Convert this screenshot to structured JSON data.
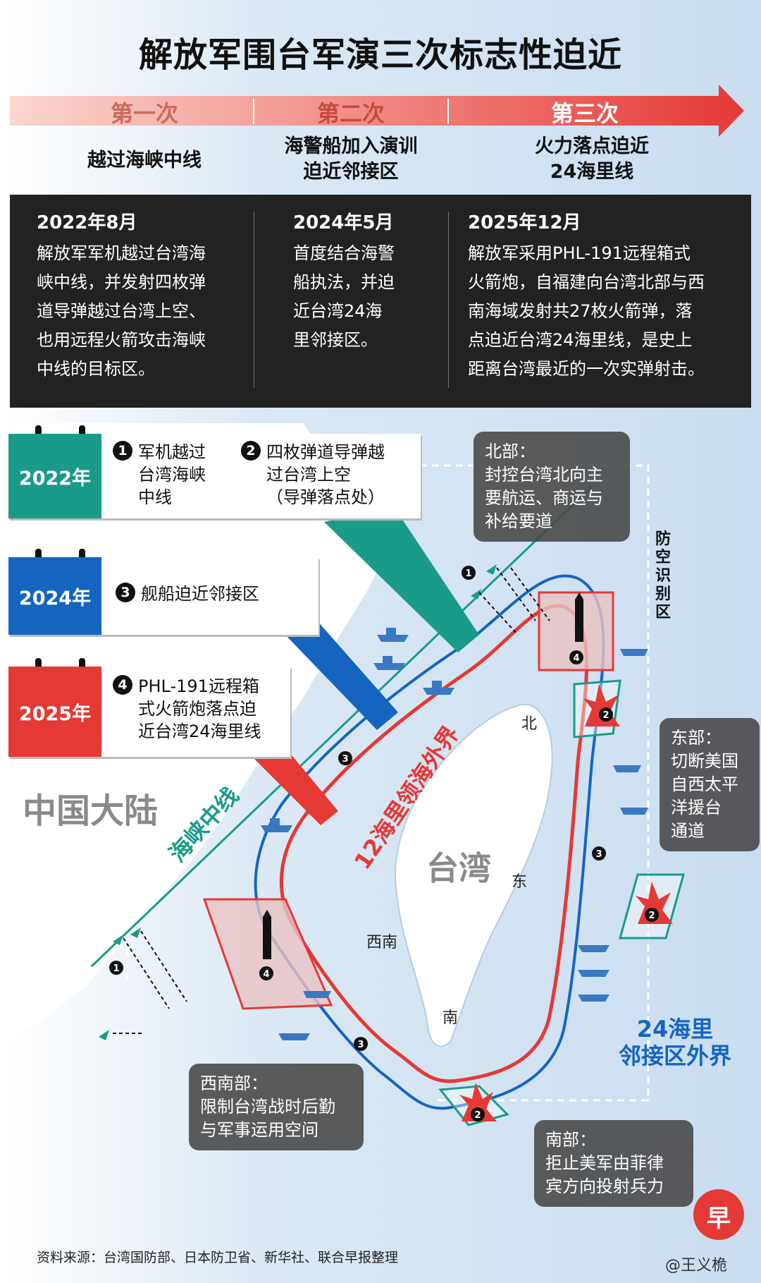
{
  "title": "解放军围台军演三次标志性迫近",
  "phases": [
    {
      "label": "第一次",
      "subtitle": [
        "越过海峡中线"
      ]
    },
    {
      "label": "第二次",
      "subtitle": [
        "海警船加入演训",
        "迫近邻接区"
      ]
    },
    {
      "label": "第三次",
      "subtitle": [
        "火力落点迫近",
        "24海里线"
      ]
    }
  ],
  "events": [
    {
      "date": "2022年8月",
      "lines": [
        "解放军军机越过台湾海",
        "峡中线，并发射四枚弹",
        "道导弹越过台湾上空、",
        "也用远程火箭攻击海峡",
        "中线的目标区。"
      ]
    },
    {
      "date": "2024年5月",
      "lines": [
        "首度结合海警",
        "船执法，并迫",
        "近台湾24海",
        "里邻接区。"
      ]
    },
    {
      "date": "2025年12月",
      "lines": [
        "解放军采用PHL-191远程箱式",
        "火箭炮，自福建向台湾北部与西",
        "南海域发射共27枚火箭弹，落",
        "点迫近台湾24海里线，是史上",
        "距离台湾最近的一次实弹射击。"
      ]
    }
  ],
  "legend": [
    {
      "year": "2022年",
      "color": "#1a9b8a",
      "items": [
        {
          "num": "1",
          "lines": [
            "军机越过",
            "台湾海峡",
            "中线"
          ]
        },
        {
          "num": "2",
          "lines": [
            "四枚弹道导弹越",
            "过台湾上空",
            "（导弹落点处）"
          ]
        }
      ]
    },
    {
      "year": "2024年",
      "color": "#1565c0",
      "items": [
        {
          "num": "3",
          "lines": [
            "舰船迫近邻接区"
          ]
        }
      ]
    },
    {
      "year": "2025年",
      "color": "#e53935",
      "items": [
        {
          "num": "4",
          "lines": [
            "PHL-191远程箱",
            "式火箭炮落点迫",
            "近台湾24海里线"
          ]
        }
      ]
    }
  ],
  "regions": {
    "north": {
      "head": "北部：",
      "lines": [
        "封控台湾北向主",
        "要航运、商运与",
        "补给要道"
      ]
    },
    "east": {
      "head": "东部：",
      "lines": [
        "切断美国",
        "自西太平",
        "洋援台",
        "通道"
      ]
    },
    "southwest": {
      "head": "西南部：",
      "lines": [
        "限制台湾战时后勤",
        "与军事运用空间"
      ]
    },
    "south": {
      "head": "南部：",
      "lines": [
        "拒止美军由菲律",
        "宾方向投射兵力"
      ]
    }
  },
  "map_labels": {
    "mainland": "中国大陆",
    "taiwan": "台湾",
    "median_line": "海峡中线",
    "territorial": "12海里领海外界",
    "contiguous": [
      "24海里",
      "邻接区外界"
    ],
    "adiz": [
      "防",
      "空",
      "识",
      "别",
      "区"
    ],
    "dir_north": "北",
    "dir_east": "东",
    "dir_southwest": "西南",
    "dir_south": "南"
  },
  "footer": "资料来源：台湾国防部、日本防卫省、新华社、联合早报整理",
  "watermark": "@王义桅",
  "logo": "早",
  "colors": {
    "teal": "#1a9b8a",
    "blue": "#1565c0",
    "red": "#e53935",
    "sea": "#cfe2f3",
    "land": "#ffffff"
  }
}
